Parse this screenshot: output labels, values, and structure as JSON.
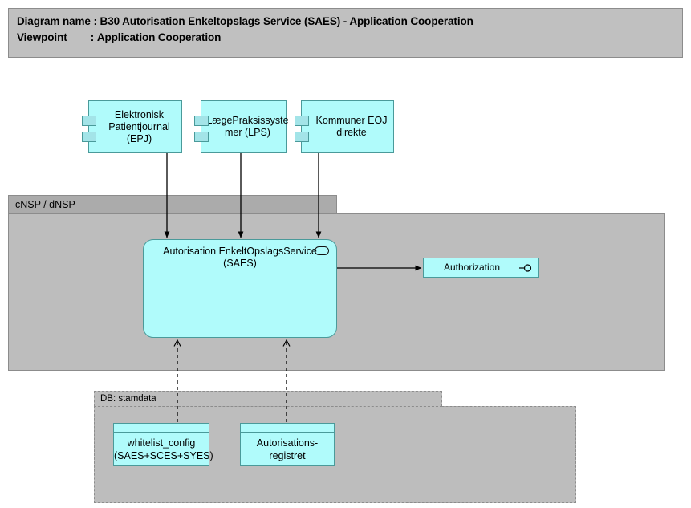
{
  "header": {
    "line1_key": "Diagram name : ",
    "line1_value": "B30 Autorisation Enkeltopslags Service (SAES) - Application Cooperation",
    "line2_key": "Viewpoint        : ",
    "line2_value": "Application Cooperation"
  },
  "groups": {
    "cnsp": {
      "label": "cNSP / dNSP"
    },
    "db": {
      "label": "DB: stamdata"
    }
  },
  "components": [
    {
      "id": "epj",
      "label": "Elektronisk\nPatientjournal\n(EPJ)"
    },
    {
      "id": "lps",
      "label": "LægePraksissyste\nmer (LPS)"
    },
    {
      "id": "kommuner",
      "label": "Kommuner EOJ\ndirekte"
    }
  ],
  "service": {
    "label": "Autorisation EnkeltOpslagsService\n(SAES)",
    "icon": "application-service-icon"
  },
  "interface": {
    "label": "Authorization",
    "icon": "provided-interface-lollipop-icon"
  },
  "data_objects": [
    {
      "id": "whitelist_config",
      "label": "whitelist_config\n(SAES+SCES+SYES)"
    },
    {
      "id": "autorisationsregistret",
      "label": "Autorisations-\nregistret"
    }
  ],
  "colors": {
    "element_fill": "#b0fbfb",
    "element_border": "#4a9a9a",
    "group_fill": "#bdbdbd",
    "group_tab_fill": "#ababab",
    "group_border": "#8c8c8c",
    "header_fill": "#c0c0c0",
    "connector": "#000000",
    "canvas": "#ffffff"
  }
}
